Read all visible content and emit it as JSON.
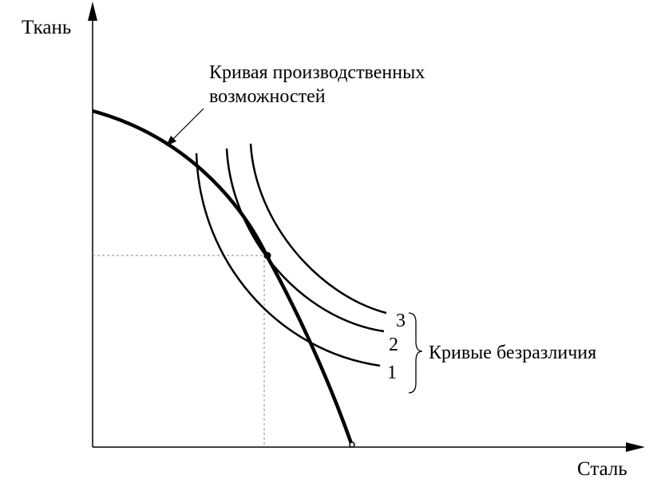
{
  "axes": {
    "y_label": "Ткань",
    "x_label": "Сталь"
  },
  "ppf": {
    "label_line1": "Кривая производственных",
    "label_line2": "возможностей"
  },
  "indifference": {
    "group_label": "Кривые безразличия",
    "curves": [
      "3",
      "2",
      "1"
    ]
  },
  "colors": {
    "ink": "#000000",
    "guide": "#888888"
  }
}
